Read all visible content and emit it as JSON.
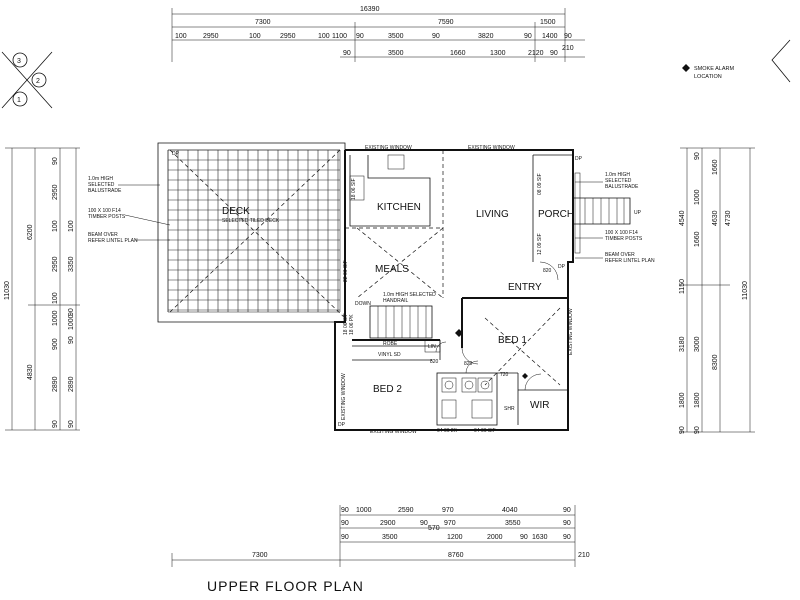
{
  "title": "UPPER FLOOR PLAN",
  "legend": {
    "smoke_alarm_line1": "SMOKE ALARM",
    "smoke_alarm_line2": "LOCATION"
  },
  "compass": {
    "n1": "1",
    "n2": "2",
    "n3": "3"
  },
  "rooms": {
    "kitchen": "KITCHEN",
    "living": "LIVING",
    "porch": "PORCH",
    "deck": "DECK",
    "meals": "MEALS",
    "entry": "ENTRY",
    "bed1": "BED 1",
    "bed2": "BED 2",
    "wir": "WIR",
    "robe": "ROBE",
    "shr": "SHR",
    "lin": "LIN"
  },
  "notes": {
    "deck_surface": "SELECTED TILED DECK",
    "balustrade_l1": "1.0m HIGH",
    "balustrade_l2": "SELECTED",
    "balustrade_l3": "BALUSTRADE",
    "posts_l1": "100 X 100 F14",
    "posts_l2": "TIMBER POSTS",
    "beam_l1": "BEAM OVER",
    "beam_l2": "REFER LINTEL PLAN",
    "handrail_l1": "1.0m HIGH SELECTED",
    "handrail_l2": "HANDRAIL",
    "existing_window": "EXISTING WINDOW",
    "dp": "DP",
    "down": "DOWN",
    "up": "UP",
    "vinyl": "VINYL SD",
    "door_820": "820",
    "door_720": "720",
    "pos_1": "04 06 2K",
    "pos_2": "04 06 SIF",
    "stair_1": "18 06 SIF",
    "stair_2": "18 06 PK",
    "window_v1": "18 06 SIF",
    "window_v2": "22 06 SIF",
    "window_v3": "08 09 SIF",
    "window_v4": "12 09 SIF"
  },
  "dimensions": {
    "top": {
      "overall": "16390",
      "row1": [
        "7300",
        "7590",
        "1500"
      ],
      "row2": [
        "100",
        "2950",
        "100",
        "2950",
        "100",
        "1100",
        "90",
        "3500",
        "90",
        "3820",
        "90",
        "1400",
        "90"
      ],
      "row3": [
        "90",
        "3500",
        "1660",
        "1300",
        "2120",
        "90",
        "210"
      ]
    },
    "bottom": {
      "row1": [
        "90",
        "1000",
        "2590",
        "970",
        "4040",
        "90"
      ],
      "row2": [
        "90",
        "2900",
        "90",
        "570",
        "970",
        "3550",
        "90"
      ],
      "row3": [
        "90",
        "3500",
        "1200",
        "2000",
        "90",
        "1630",
        "90"
      ],
      "overall_left": "7300",
      "overall_right": "8760",
      "end": "210"
    },
    "left": {
      "overall": "11030",
      "col1": [
        "6200",
        "4830"
      ],
      "col2": [
        "90",
        "2950",
        "100",
        "2950",
        "100",
        "1000",
        "900",
        "2890",
        "90"
      ],
      "col3": [
        "100",
        "3350",
        "90",
        "1000",
        "90",
        "2890",
        "90"
      ]
    },
    "right": {
      "overall": "11030",
      "col1": [
        "4540",
        "1150",
        "8300"
      ],
      "col2": [
        "90",
        "1000",
        "1660",
        "4630",
        "3180",
        "1800",
        "90"
      ],
      "col3": [
        "1660",
        "4730",
        "3000",
        "1800",
        "90"
      ]
    }
  }
}
